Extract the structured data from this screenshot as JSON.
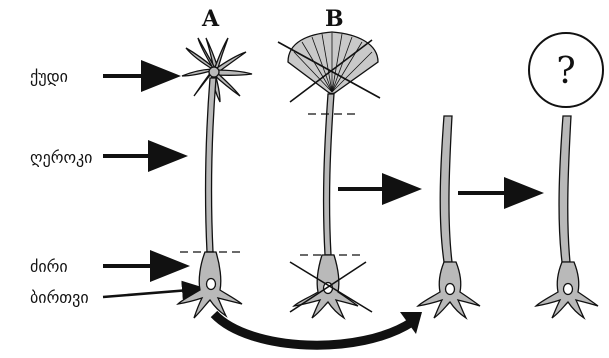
{
  "labels": {
    "cap": "ქუდი",
    "stalk": "ღეროკი",
    "foot": "ძირი",
    "nucleus": "ბირთვი"
  },
  "columns": {
    "a": "A",
    "b": "B"
  },
  "unknown_mark": "?",
  "colors": {
    "body_fill": "#b9b9b9",
    "stroke": "#111111",
    "background": "#ffffff"
  }
}
